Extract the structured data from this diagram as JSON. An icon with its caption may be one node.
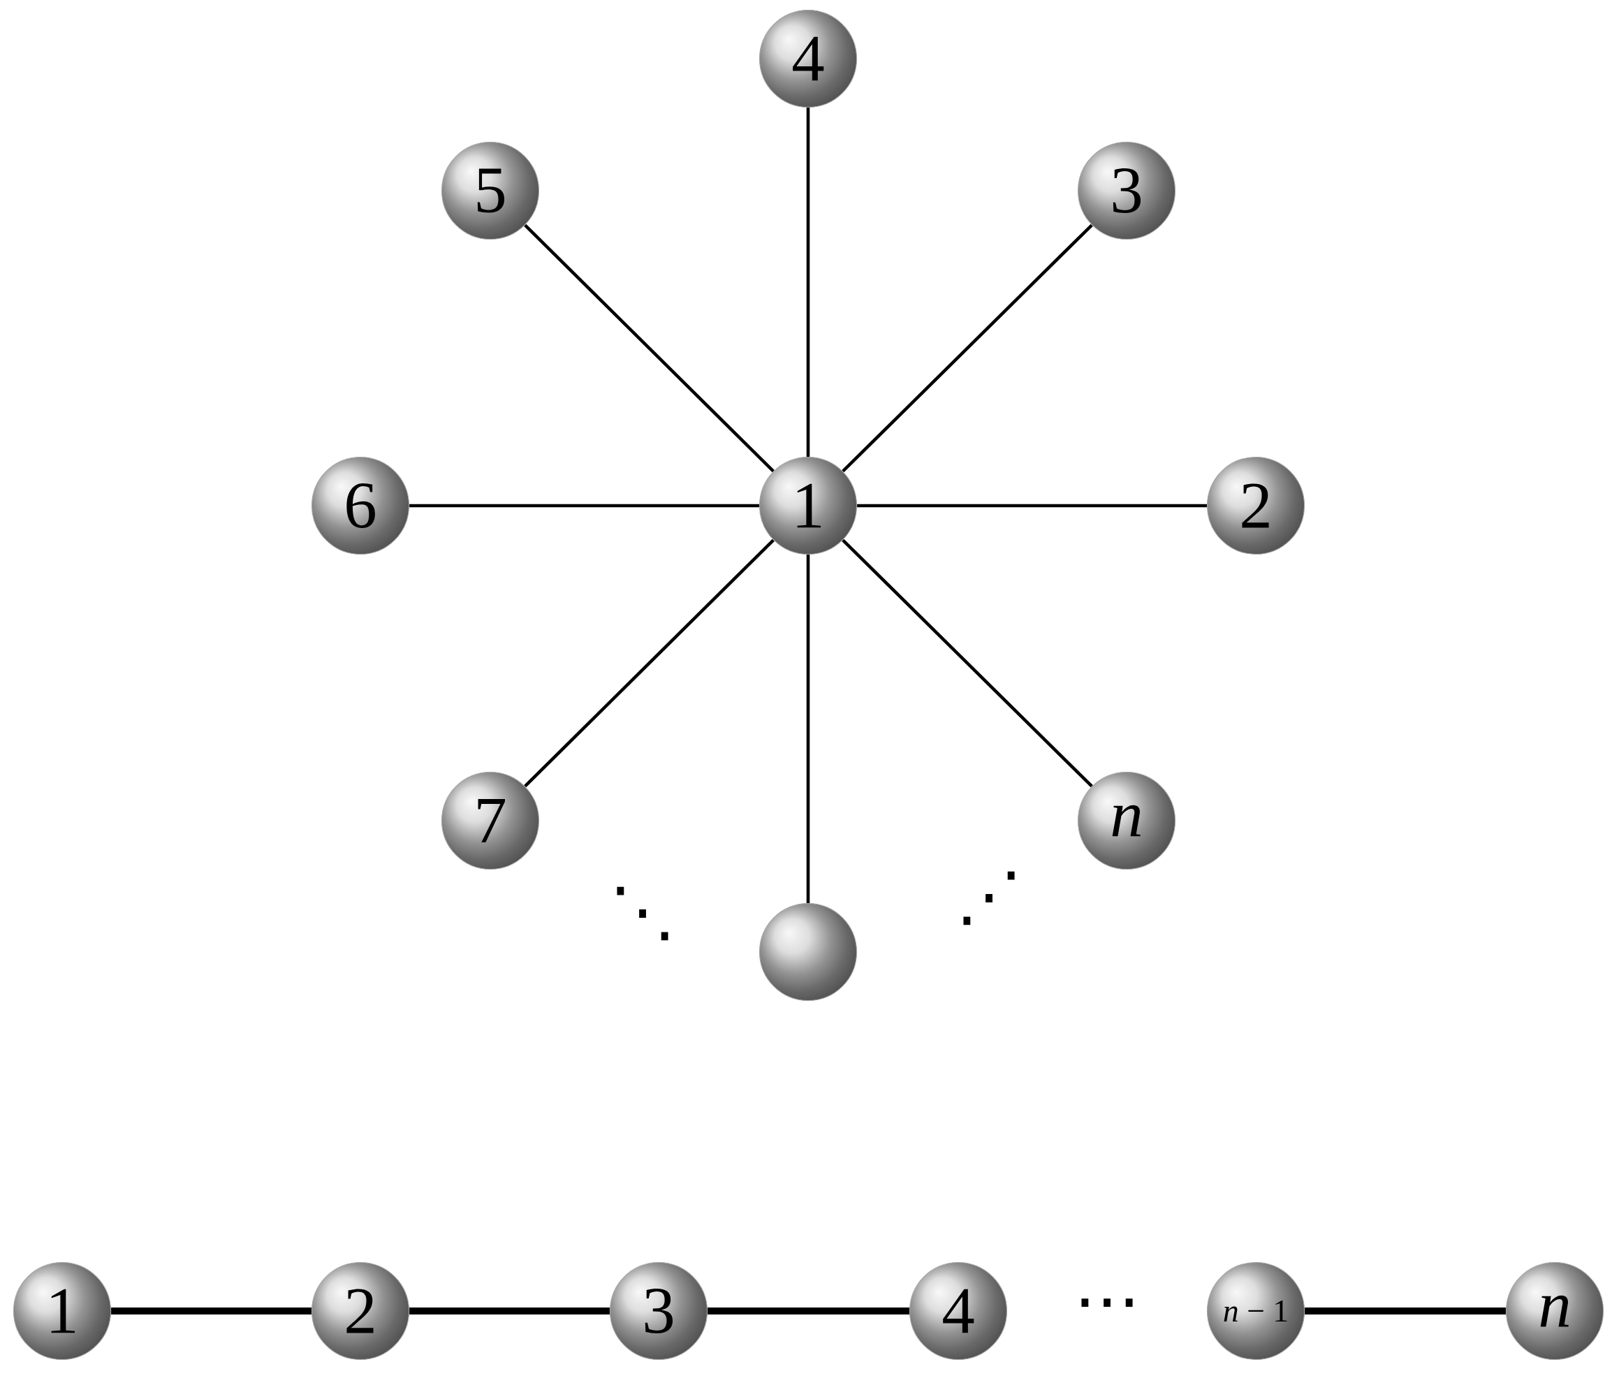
{
  "diagram": {
    "nodes": [
      {
        "text": [
          "4"
        ]
      },
      {
        "text": [
          "5"
        ]
      },
      {
        "text": [
          "3"
        ]
      },
      {
        "text": [
          "6"
        ]
      },
      {
        "text": [
          "1"
        ]
      },
      {
        "text": [
          "2"
        ]
      },
      {
        "text": [
          "7"
        ]
      },
      {
        "text": [
          "n"
        ]
      },
      {
        "text": [],
        "shape": "circle"
      },
      {
        "text": [
          "1"
        ]
      },
      {
        "text": [
          "2"
        ]
      },
      {
        "text": [
          "3"
        ]
      },
      {
        "text": [
          "4"
        ]
      },
      {
        "text": [
          "*n* − 1"
        ]
      },
      {
        "text": [
          "n"
        ]
      }
    ],
    "edges": [
      {
        "from": 4,
        "to": 0,
        "arrow": "none"
      },
      {
        "from": 4,
        "to": 1,
        "arrow": "none"
      },
      {
        "from": 4,
        "to": 2,
        "arrow": "none"
      },
      {
        "from": 4,
        "to": 3,
        "arrow": "none"
      },
      {
        "from": 4,
        "to": 5,
        "arrow": "none"
      },
      {
        "from": 4,
        "to": 6,
        "arrow": "none"
      },
      {
        "from": 4,
        "to": 7,
        "arrow": "none"
      },
      {
        "from": 4,
        "to": 8,
        "arrow": "none"
      },
      {
        "from": 9,
        "to": 10,
        "arrow": "none",
        "style": "thick"
      },
      {
        "from": 10,
        "to": 11,
        "arrow": "none",
        "style": "thick"
      },
      {
        "from": 11,
        "to": 12,
        "arrow": "none",
        "style": "thick"
      },
      {
        "from": 13,
        "to": 14,
        "arrow": "none",
        "style": "thick"
      }
    ],
    "labels": [
      "⋱",
      "⋰",
      "⋯"
    ]
  }
}
